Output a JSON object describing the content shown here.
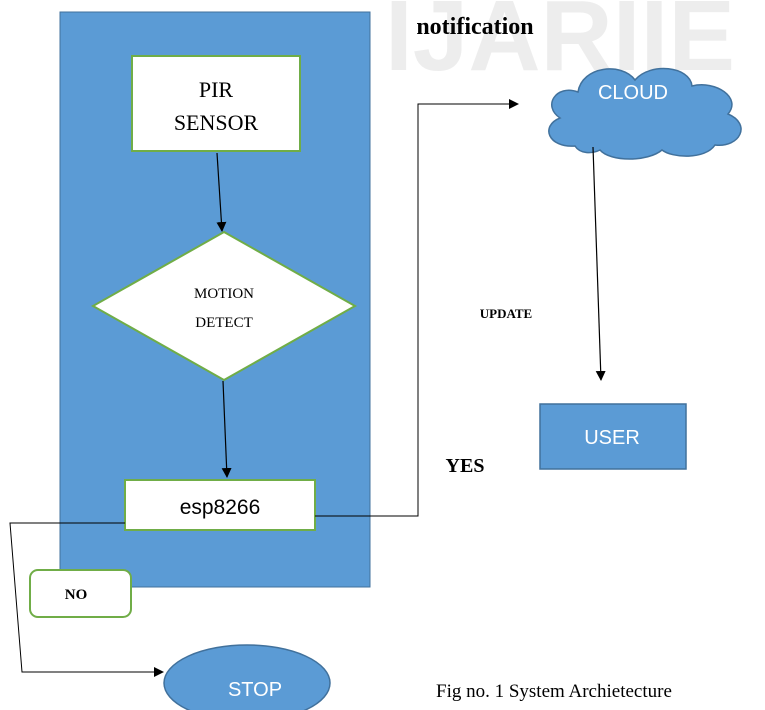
{
  "diagram": {
    "header_notification": "notification",
    "watermark_text": "IJARIIE",
    "nodes": {
      "pir_sensor_line1": "PIR",
      "pir_sensor_line2": "SENSOR",
      "motion_detect_line1": "MOTION",
      "motion_detect_line2": "DETECT",
      "esp8266": "esp8266",
      "cloud": "CLOUD",
      "user": "USER",
      "stop": "STOP",
      "no": "NO"
    },
    "edge_labels": {
      "yes": "YES",
      "update": "UPDATE"
    },
    "caption": "Fig no. 1  System Archietecture"
  },
  "colors": {
    "panel_blue": "#5b9bd5",
    "panel_border": "#41719c",
    "node_border_green": "#70ad47",
    "text_dark": "#000000",
    "text_light": "#ffffff"
  }
}
